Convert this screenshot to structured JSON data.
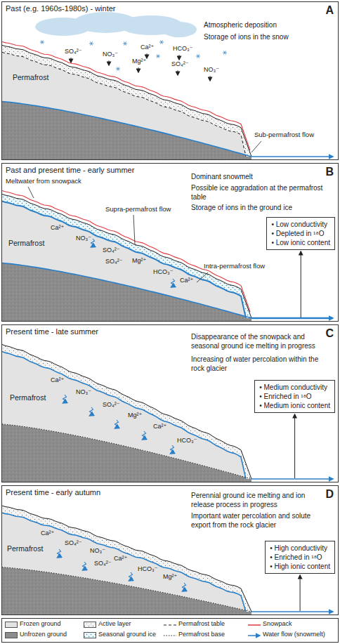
{
  "diagram": {
    "nodes": [
      {
        "text": [
          "A",
          "Past (e.g. 1960s-1980s) - winter"
        ]
      },
      {
        "text": [
          "B",
          "Past and present time - early summer"
        ]
      },
      {
        "text": [
          "C",
          "Present time - late summer"
        ]
      },
      {
        "text": [
          "D",
          "Present time - early autumn"
        ]
      },
      {
        "text": [
          "• Low conductivity",
          "• Depleted in ¹⁸O",
          "• Low ionic content"
        ],
        "in": 1
      },
      {
        "text": [
          "• Medium conductivity",
          "• Enriched in ¹⁸O",
          "• Medium ionic content"
        ],
        "in": 2
      },
      {
        "text": [
          "• High conductivity",
          "• Enriched in ¹⁸O",
          "• High ionic content"
        ],
        "in": 3
      }
    ],
    "labels": [
      "Atmospheric deposition",
      "Storage of ions in the snow",
      "SO₄²⁻",
      "NO₃⁻",
      "Ca²⁺",
      "HCO₃⁻",
      "Mg²⁺",
      "SO₄²⁻",
      "NO₃⁻",
      "Permafrost",
      "Sub-permafrost flow",
      "Dominant snowmelt",
      "Possible ice aggradation at the permafrost table",
      "Storage of ions in the ground ice",
      "Meltwater from snowpack",
      "Supra-permafrost flow",
      "Permafrost",
      "Ca²⁺",
      "NO₃⁻",
      "SO₄²⁻",
      "Mg²⁺",
      "SO₄²⁻",
      "HCO₃⁻",
      "Ca²⁺",
      "Intra-permafrost flow",
      "Disappearance of the snowpack and seasonal ground ice melting in progress",
      "Increasing of water percolation within the rock glacier",
      "Permafrost",
      "Ca²⁺",
      "NO₃⁻",
      "SO₄²⁻",
      "Mg²⁺",
      "Ca²⁺",
      "HCO₃⁻",
      "Perennial ground ice melting and ion release process in progress",
      "Important water percolation and solute export from the rock glacier",
      "Permafrost",
      "Ca²⁺",
      "SO₄²⁻",
      "NO₃⁻",
      "Ca²⁺",
      "SO₄²⁻",
      "HCO₃⁻",
      "Mg²⁺"
    ],
    "legend": [
      {
        "text": "Frozen ground",
        "color": "#e3e3e3"
      },
      {
        "text": "Active layer"
      },
      {
        "text": "Permafrost table"
      },
      {
        "text": "Snowpack"
      },
      {
        "text": "Unfrozen ground",
        "color": "#8c8c8c"
      },
      {
        "text": "Seasonal ground ice"
      },
      {
        "text": "Permafrost base"
      },
      {
        "text": "Water flow (snowmelt)"
      }
    ]
  }
}
